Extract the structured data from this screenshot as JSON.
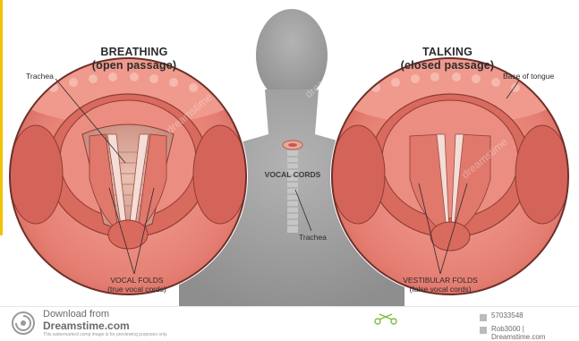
{
  "left_panel": {
    "title_line1": "BREATHING",
    "title_line2": "(open passage)",
    "trachea_label": "Trachea",
    "folds_label_line1": "VOCAL FOLDS",
    "folds_label_line2": "(true vocal cords)"
  },
  "center": {
    "vocal_cords_label": "VOCAL CORDS",
    "trachea_label": "Trachea"
  },
  "right_panel": {
    "title_line1": "TALKING",
    "title_line2": "(closed passage)",
    "tongue_label": "Base of tongue",
    "folds_label_line1": "VESTIBULAR FOLDS",
    "folds_label_line2": "(false vocal cords)"
  },
  "watermark": "dreamstime",
  "footer": {
    "download_from": "Download from",
    "site": "Dreamstime.com",
    "fine_print": "This watermarked comp image is for previewing purposes only.",
    "image_id": "57033548",
    "credit": "Rob3000 | Dreamstime.com"
  },
  "colors": {
    "silhouette": "#9b9b9b",
    "tissue": "#e8867a",
    "tissue_dark": "#c9584f",
    "outline": "#6e2f2a"
  }
}
